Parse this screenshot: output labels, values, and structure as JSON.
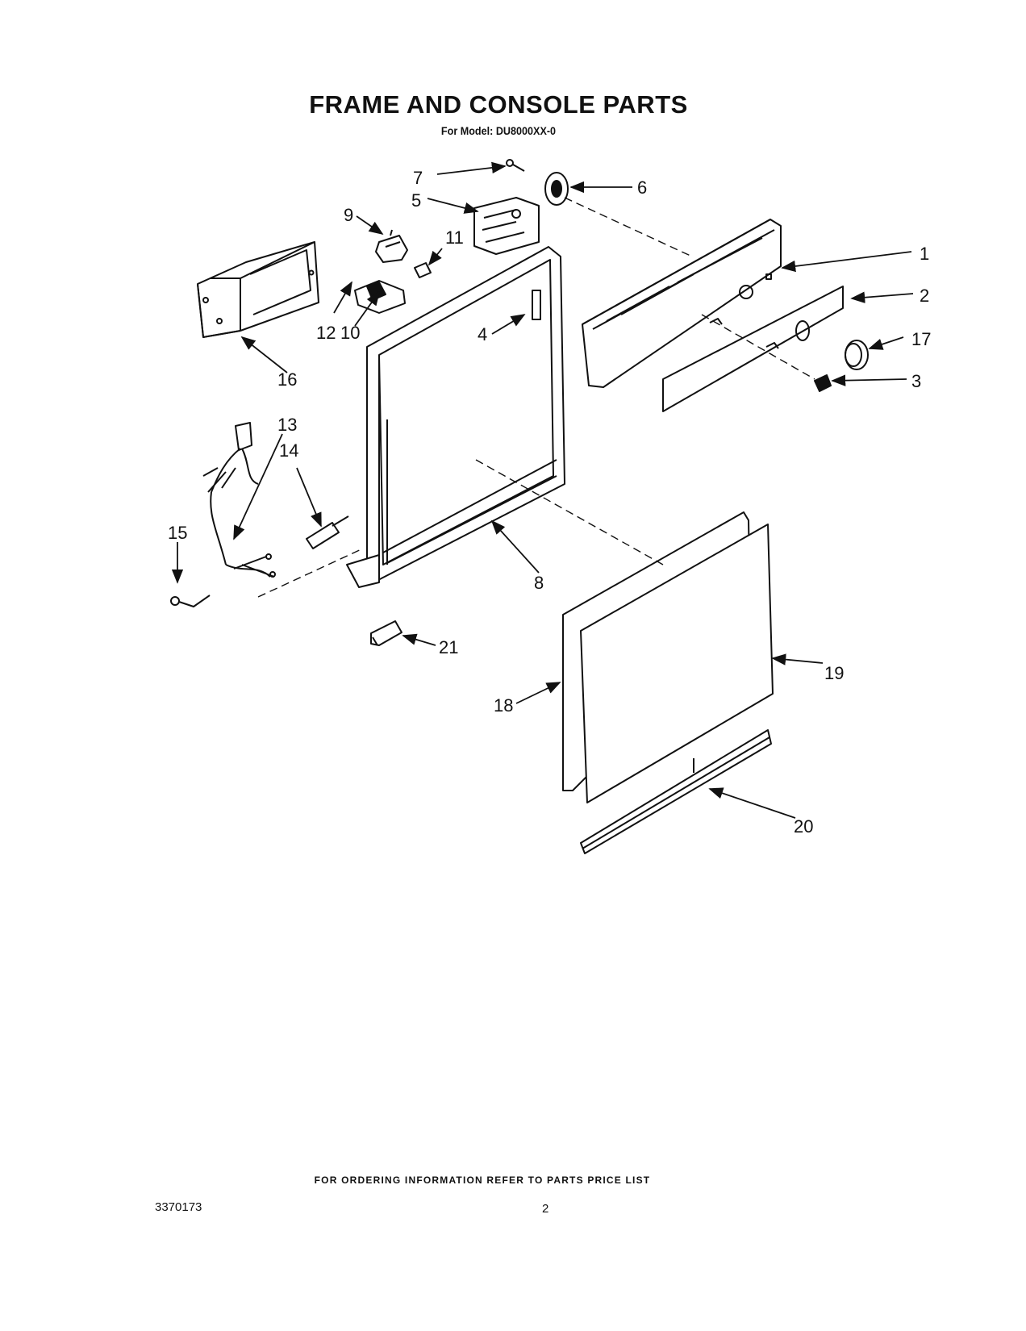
{
  "page": {
    "title": "FRAME AND CONSOLE PARTS",
    "subtitle": "For Model: DU8000XX-0"
  },
  "callouts": [
    "1",
    "2",
    "3",
    "4",
    "5",
    "6",
    "7",
    "8",
    "9",
    "10",
    "11",
    "12",
    "13",
    "14",
    "15",
    "16",
    "17",
    "18",
    "19",
    "20",
    "21"
  ],
  "footer": {
    "ordering_note": "FOR ORDERING INFORMATION REFER TO PARTS PRICE LIST",
    "document_number": "3370173",
    "page_number": "2"
  }
}
